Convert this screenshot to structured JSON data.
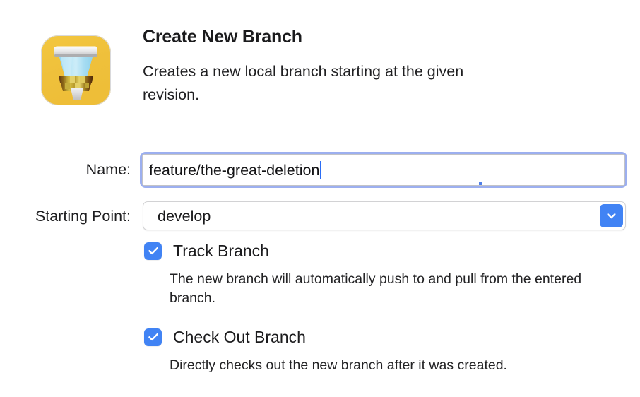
{
  "header": {
    "app_icon": "tower-app-icon",
    "icon_colors": {
      "background": "#EFC23E",
      "glass": "#A8DCF0",
      "gold": "#C9A227",
      "metal": "#D8D8D8"
    },
    "title": "Create New Branch",
    "subtitle": "Creates a new local branch starting at the given revision."
  },
  "form": {
    "name": {
      "label": "Name:",
      "value": "feature/the-great-deletion",
      "placeholder": "",
      "focused": true,
      "focus_ring_color": "#9CAFEF",
      "caret_color": "#2B6DF5"
    },
    "starting_point": {
      "label": "Starting Point:",
      "value": "develop",
      "dropdown_icon": "chevron-down-icon",
      "accent_color": "#4183F4"
    }
  },
  "options": [
    {
      "label": "Track Branch",
      "checked": true,
      "help": "The new branch will automatically push to and pull from the entered branch."
    },
    {
      "label": "Check Out Branch",
      "checked": true,
      "help": "Directly checks out the new branch after it was created."
    }
  ],
  "colors": {
    "accent": "#4183F4",
    "text": "#1B1B1D",
    "background": "#FFFFFF"
  }
}
